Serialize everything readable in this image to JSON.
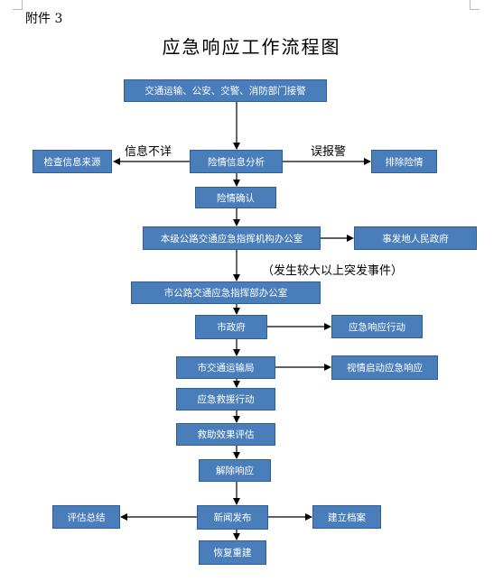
{
  "header": {
    "attachment": "附件 3",
    "title": "应急响应工作流程图"
  },
  "nodes": {
    "reception": "交通运输、公安、交警、消防部门接警",
    "analysis": "险情信息分析",
    "check_source": "检查信息来源",
    "eliminate": "排除险情",
    "confirm": "险情确认",
    "local_office": "本级公路交通应急指挥机构办公室",
    "local_government": "事发地人民政府",
    "city_office": "市公路交通应急指挥部办公室",
    "city_government": "市政府",
    "emergency_action": "应急响应行动",
    "transport_bureau": "市交通运输局",
    "start_response": "视情启动应急响应",
    "rescue_action": "应急救援行动",
    "evaluation": "救助效果评估",
    "release": "解除响应",
    "news_release": "新闻发布",
    "evaluation_summary": "评估总结",
    "archive": "建立档案",
    "restore": "恢复重建"
  },
  "notes": {
    "info_unclear": "信息不详",
    "false_alarm": "误报警",
    "major_event": "（发生较大以上突发事件）"
  },
  "colors": {
    "box_fill": "#4a7ebb",
    "box_border": "#2f5e96",
    "box_text": "#ffffff",
    "arrow": "#000000"
  }
}
